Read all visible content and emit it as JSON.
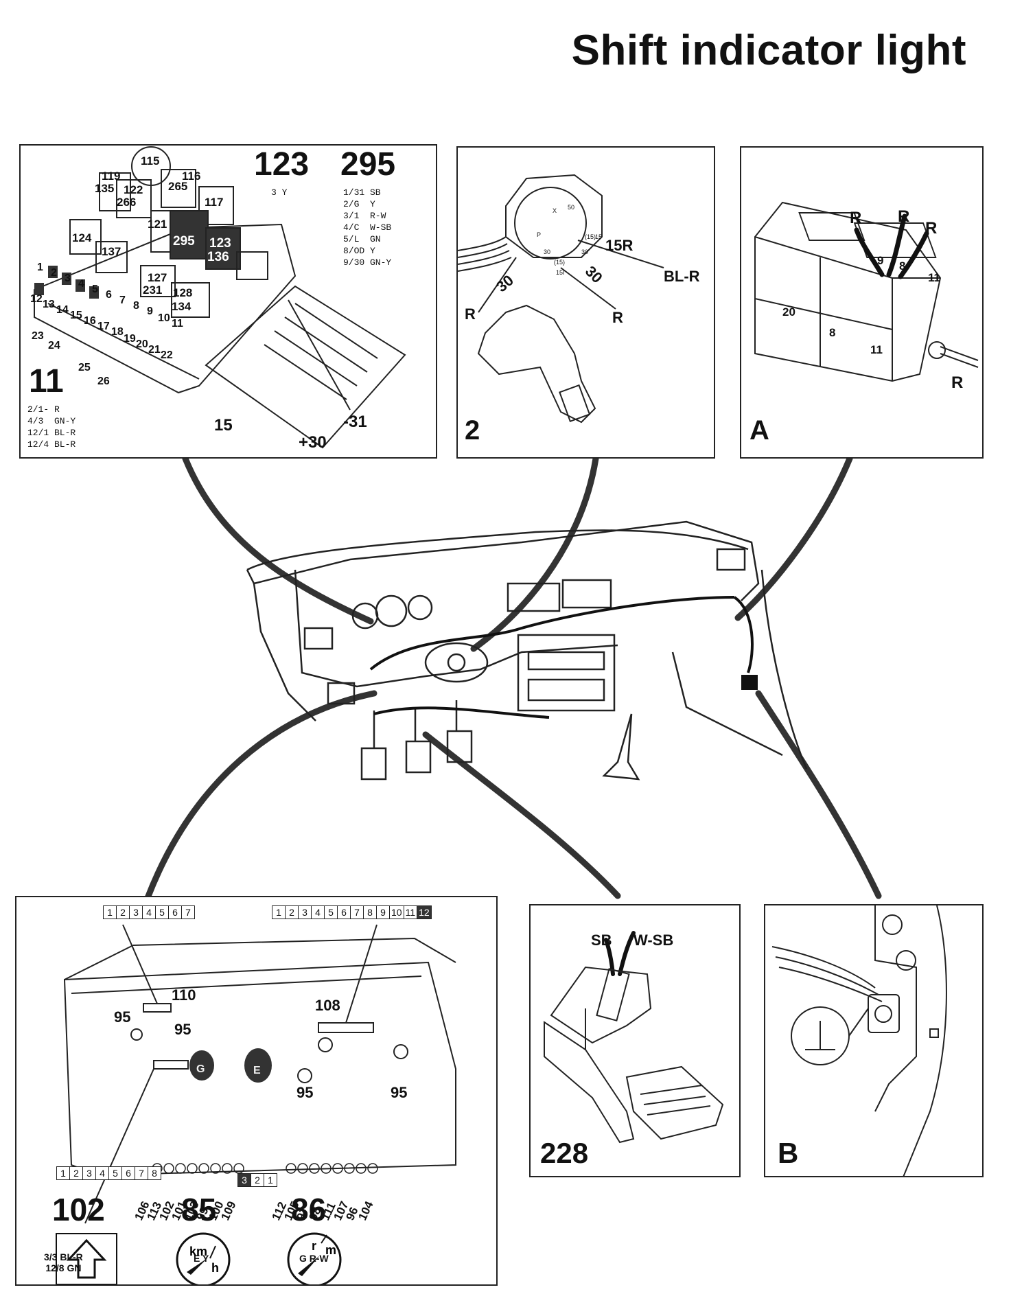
{
  "title": "Shift indicator light",
  "panel_11": {
    "number": "11",
    "relays": [
      "115",
      "119",
      "135",
      "122",
      "266",
      "116",
      "265",
      "117",
      "121",
      "124",
      "137",
      "295",
      "123",
      "136",
      "127",
      "231",
      "128",
      "134"
    ],
    "fuses": [
      "1",
      "2",
      "3",
      "4",
      "5",
      "6",
      "7",
      "8",
      "9",
      "10",
      "11",
      "12",
      "13",
      "14",
      "15",
      "16",
      "17",
      "18",
      "19",
      "20",
      "21",
      "22",
      "23",
      "24",
      "25",
      "26"
    ],
    "terminal_labels": [
      "15",
      "+30",
      "-31"
    ],
    "relay_123": {
      "number": "123",
      "wires": [
        "3 Y"
      ]
    },
    "relay_295": {
      "number": "295",
      "wires": [
        "1/31 SB",
        "2/G  Y",
        "3/1  R-W",
        "4/C  W-SB",
        "5/L  GN",
        "8/OD Y",
        "9/30 GN-Y"
      ]
    },
    "wires": [
      "2/1- R",
      "4/3  GN-Y",
      "12/1 BL-R",
      "12/4 BL-R"
    ]
  },
  "panel_2": {
    "number": "2",
    "labels": [
      "15R",
      "BL-R",
      "30",
      "R",
      "30",
      "R"
    ],
    "small_labels": [
      "X",
      "50",
      "P",
      "30",
      "(15)",
      "15I",
      "30",
      "(15)",
      "15"
    ]
  },
  "panel_A": {
    "letter": "A",
    "labels": [
      "R",
      "R",
      "R",
      "9",
      "8",
      "11",
      "20",
      "8",
      "11",
      "R"
    ]
  },
  "panel_102": {
    "pin_rows": {
      "top_left": [
        "1",
        "2",
        "3",
        "4",
        "5",
        "6",
        "7"
      ],
      "top_right": [
        "1",
        "2",
        "3",
        "4",
        "5",
        "6",
        "7",
        "8",
        "9",
        "10",
        "11",
        "12"
      ],
      "bottom_left": [
        "1",
        "2",
        "3",
        "4",
        "5",
        "6",
        "7",
        "8"
      ],
      "bottom_mid": [
        "3",
        "2",
        "1"
      ]
    },
    "callouts": [
      "110",
      "95",
      "95",
      "108",
      "95",
      "95",
      "G",
      "E"
    ],
    "bottom_numbers": [
      "106",
      "113",
      "102",
      "101",
      "103",
      "99",
      "100",
      "109",
      "112",
      "105",
      "97",
      "98",
      "111",
      "107",
      "96",
      "104"
    ],
    "symbols": [
      {
        "number": "102",
        "wires": "3/3 BL-R\n12/8 GN",
        "icon": "up-arrow-icon"
      },
      {
        "number": "85",
        "wires": "E Y",
        "icon": "speedometer-icon",
        "unit_top": "km",
        "unit_bottom": "h"
      },
      {
        "number": "86",
        "wires": "G R-W",
        "icon": "tachometer-icon",
        "unit_top": "r",
        "unit_bottom": "m"
      }
    ]
  },
  "panel_228": {
    "number": "228",
    "labels": [
      "SB",
      "W-SB"
    ]
  },
  "panel_B": {
    "letter": "B"
  }
}
